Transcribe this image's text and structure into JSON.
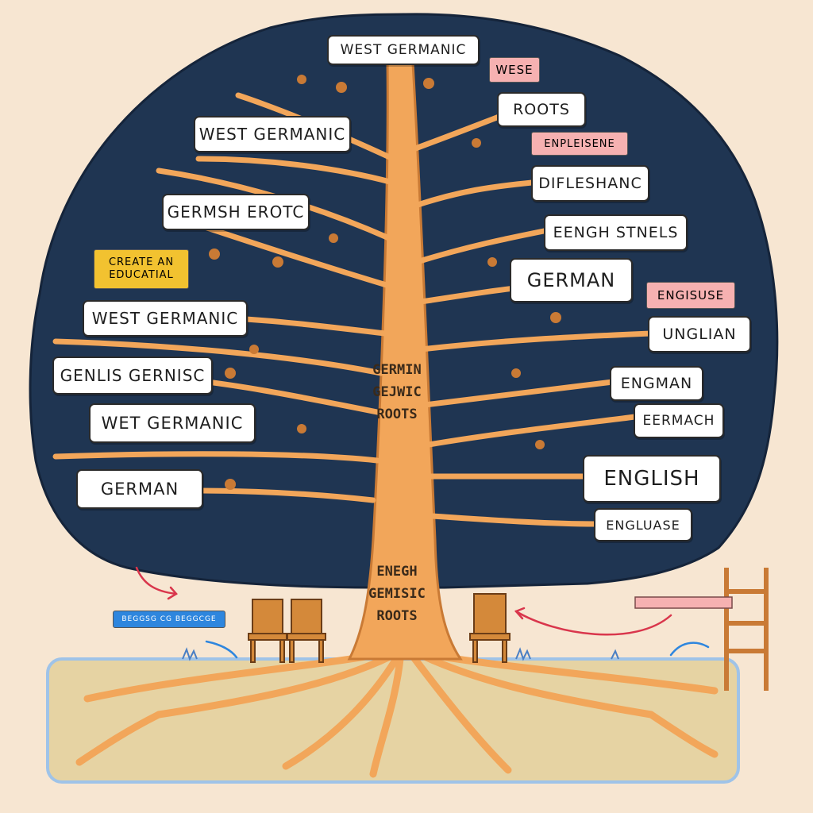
{
  "left_labels": [
    "WEST GERMANIC",
    "GERMSH EROTC",
    "WEST GERMANIC",
    "GENLIS GERNISC",
    "WET GERMANIC",
    "GERMAN"
  ],
  "right_labels": [
    "ROOTS",
    "DIFLESHANC",
    "EENGH STNELS",
    "GERMAN",
    "UNGLIAN",
    "ENGMAN",
    "EERMACH",
    "ENGLISH",
    "ENGLUASE"
  ],
  "top_label": "WEST GERMANIC",
  "pink_tags": [
    "WESE",
    "ENPLEISENE",
    "ENGISUSE"
  ],
  "yellow_note": [
    "CREATE AN",
    "EDUCATIAL"
  ],
  "blue_strip": "BEGGSG CG BEGGCGE",
  "trunk_upper": [
    "GERMIN",
    "GEJWIC",
    "ROOTS"
  ],
  "trunk_lower": [
    "ENEGH",
    "GEMISIC",
    "ROOTS"
  ],
  "colors": {
    "background": "#f7e6d2",
    "canopy": "#1f3552",
    "branch": "#f2a65a",
    "ground": "#e6d3a3",
    "pink_tag": "#f6b1b1",
    "yellow_note": "#f2c230",
    "blue_strip": "#2e86de"
  }
}
